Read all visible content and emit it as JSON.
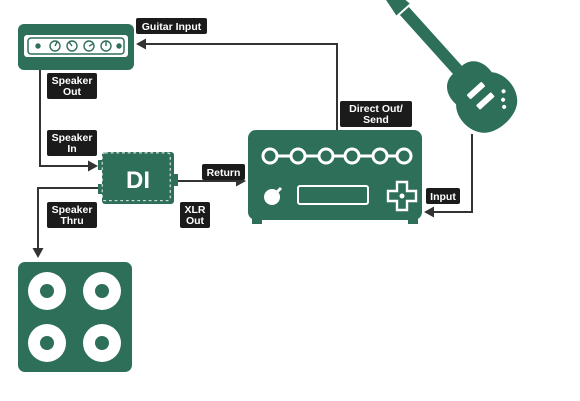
{
  "labels": {
    "guitar_input": "Guitar Input",
    "speaker_out": [
      "Speaker",
      "Out"
    ],
    "speaker_in": [
      "Speaker",
      "In"
    ],
    "speaker_thru": [
      "Speaker",
      "Thru"
    ],
    "return": "Return",
    "xlr_out": [
      "XLR",
      "Out"
    ],
    "direct_out_send": [
      "Direct Out/",
      "Send"
    ],
    "input": "Input"
  },
  "devices": {
    "di_box_text": "DI"
  },
  "colors": {
    "device_green": "#2e6f5a",
    "label_background": "#1b1b1b",
    "wire": "#333333"
  },
  "icons": [
    "amp-head-icon",
    "di-box-icon",
    "speaker-cabinet-icon",
    "multi-effects-unit-icon",
    "electric-guitar-icon"
  ]
}
